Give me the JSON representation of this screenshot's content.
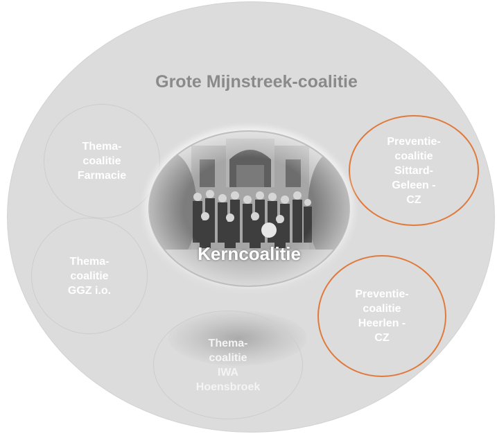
{
  "diagram": {
    "title": "Grote Mijnstreek-coalitie",
    "core": {
      "label": "Kerncoalitie",
      "photo_description_icon": "group-photo-icon"
    },
    "circles": [
      {
        "id": "farmacie",
        "label": "Thema-\ncoalitie\nFarmacie",
        "border_color": "#cdcdcd"
      },
      {
        "id": "ggz",
        "label": "Thema-\ncoalitie\nGGZ i.o.",
        "border_color": "#cdcdcd"
      },
      {
        "id": "iwa",
        "label": "Thema-\ncoalitie\nIWA\nHoensbroek",
        "border_color": "#cdcdcd"
      },
      {
        "id": "sittard",
        "label": "Preventie-\ncoalitie\nSittard-\nGeleen -\nCZ",
        "border_color": "#e07a3c"
      },
      {
        "id": "heerlen",
        "label": "Preventie-\ncoalitie\nHeerlen -\nCZ",
        "border_color": "#e07a3c"
      }
    ]
  },
  "colors": {
    "background_circle": "#dcdcdc",
    "title": "#8a8a8a",
    "accent_orange": "#e07a3c",
    "text_white": "#ffffff"
  }
}
